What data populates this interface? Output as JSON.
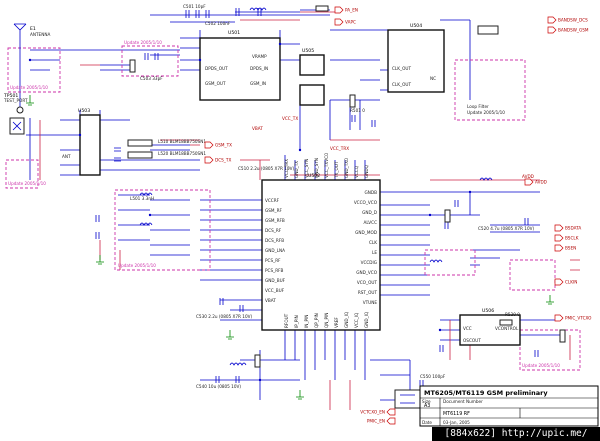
{
  "title_block": {
    "title": "MT6205/MT6119 GSM preliminary",
    "doc_label": "Document Number",
    "doc_number": "MT6119 RF",
    "size_label": "Size",
    "size": "A3",
    "date_label": "Date",
    "date": "03-Jan, 2005"
  },
  "watermark": "[884x622] http://upic.me/",
  "chips": {
    "pa": "U501",
    "transceiver": "U502",
    "switch": "U503",
    "vco": "U504",
    "filter": "U505",
    "regulator": "U506"
  },
  "antenna": {
    "ref": "E1",
    "name": "ANTENNA"
  },
  "test_port": {
    "ref": "TP501",
    "name": "TEST_PORT"
  },
  "update_notes": [
    "Update 2005/1/10",
    "Update 2005/1/10",
    "Update 2005/1/10",
    "Update 2005/1/10",
    "Update 2005/1/10"
  ],
  "loop_filter": {
    "line1": "Loop Filter",
    "line2": "Update 2005/1/10"
  },
  "net_labels": {
    "right": [
      "BANDSW_DCS",
      "BANDSW_GSM",
      "BSDATA",
      "BSCLK",
      "BSEN",
      "AVDD",
      "CLKIN",
      "PMIC_VTCXO"
    ],
    "left": [
      "GSM_TX",
      "DCS_TX"
    ],
    "top": [
      "PA_EN",
      "VAPC"
    ],
    "bottom": [
      "VCTCXO_EN",
      "PMIC_EN"
    ]
  },
  "power": [
    "VCC_TX",
    "VCC_TRX",
    "VBAT",
    "AVDD"
  ],
  "pins": {
    "left": [
      "VCCRF",
      "GSM_RF",
      "GSM_RFB",
      "DCS_RF",
      "DCS_RFB",
      "GND_LNA",
      "PCS_RF",
      "PCS_RFB",
      "GND_BUF",
      "VCC_BUF",
      "VBAT"
    ],
    "right": [
      "GNDB",
      "VCCO_VCO",
      "GND_D",
      "ALVCC",
      "GND_MOD",
      "CLK",
      "LE",
      "VCCDIG",
      "GND_VCO",
      "VCO_OUT",
      "RST_OUT",
      "VTUNE"
    ]
  },
  "components": [
    "C501 10pF",
    "C502 100nF",
    "C503 33pF",
    "L501 3.3nH",
    "R501 0",
    "C510 2.2u (0805 X7R 10V)",
    "C520 4.7u (0805 X7R 10V)",
    "C530 2.2u (0805 X7R 10V)",
    "C540 10u (0805 10V)",
    "L510 BLM18BB750SN1",
    "L520 BLM18BB750SN1",
    "R520 0",
    "C550 100pF"
  ]
}
